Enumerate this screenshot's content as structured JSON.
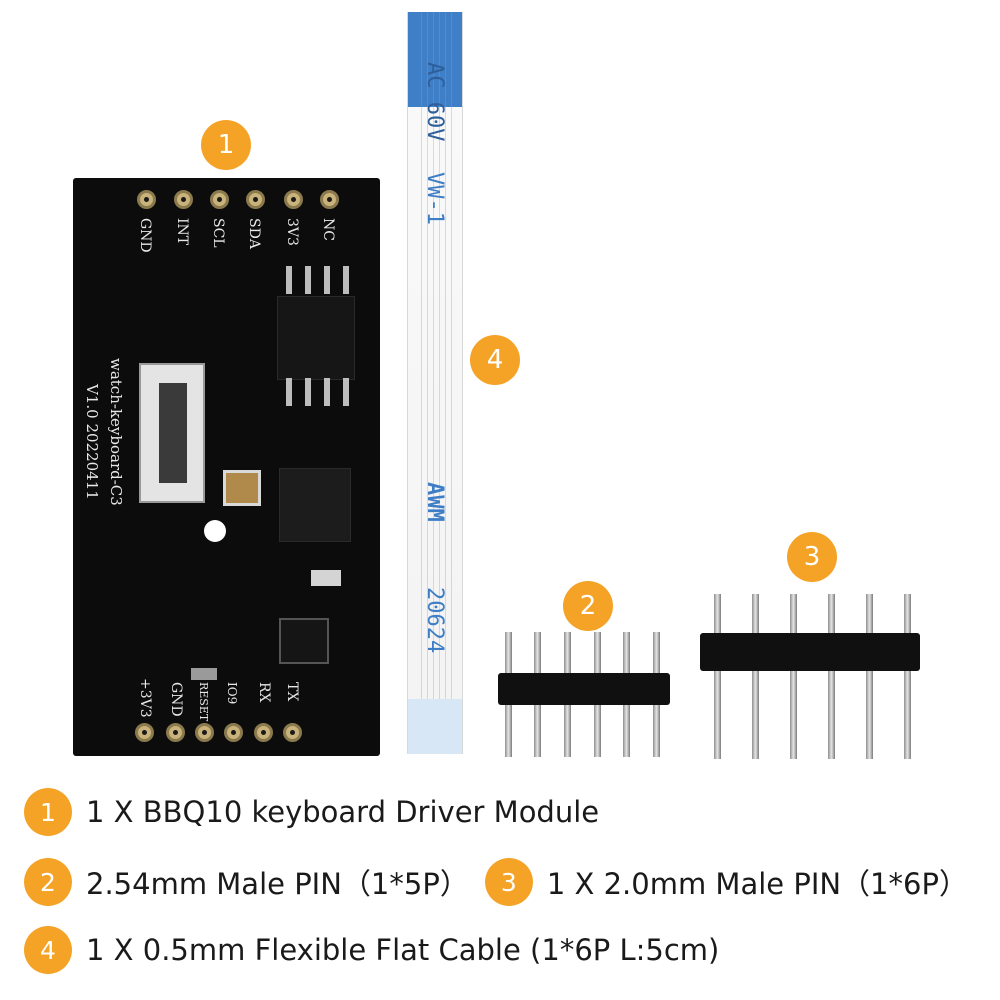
{
  "accent_color": "#f4a327",
  "callouts": {
    "module": "1",
    "pin_254": "2",
    "pin_20": "3",
    "cable": "4"
  },
  "board": {
    "top_pins": [
      "GND",
      "INT",
      "SCL",
      "SDA",
      "3V3",
      "NC"
    ],
    "bottom_pins": [
      "+3V3",
      "GND",
      "RESET",
      "IO9",
      "RX",
      "TX"
    ],
    "name": "watch-keyboard-C3",
    "version": "V1.0 20220411"
  },
  "cable_print": {
    "text_top": "AC 60V",
    "text_mid": "VW-1",
    "text_awm": "AWM",
    "text_num": "20624"
  },
  "legend": {
    "items": [
      {
        "num": "1",
        "text": "1 X BBQ10 keyboard Driver Module"
      },
      {
        "num": "2",
        "text": "2.54mm Male PIN（1*5P）"
      },
      {
        "num": "3",
        "text": "1 X 2.0mm Male PIN（1*6P）"
      },
      {
        "num": "4",
        "text": "1 X 0.5mm Flexible Flat Cable (1*6P L:5cm)"
      }
    ]
  }
}
